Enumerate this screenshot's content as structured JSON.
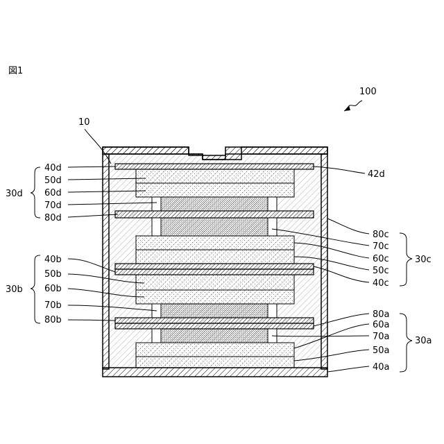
{
  "figure": {
    "title": "図1"
  },
  "labels": {
    "device": "100",
    "housing": "10",
    "c42d": "42d",
    "g30d": "30d",
    "c40d": "40d",
    "c50d": "50d",
    "c60d": "60d",
    "c70d": "70d",
    "c80d": "80d",
    "g30c": "30c",
    "c80c": "80c",
    "c70c": "70c",
    "c60c": "60c",
    "c50c": "50c",
    "c40c": "40c",
    "g30b": "30b",
    "c40b": "40b",
    "c50b": "50b",
    "c60b": "60b",
    "c70b": "70b",
    "c80b": "80b",
    "g30a": "30a",
    "c80a": "80a",
    "c60a": "60a",
    "c70a": "70a",
    "c50a": "50a",
    "c40a": "40a"
  }
}
